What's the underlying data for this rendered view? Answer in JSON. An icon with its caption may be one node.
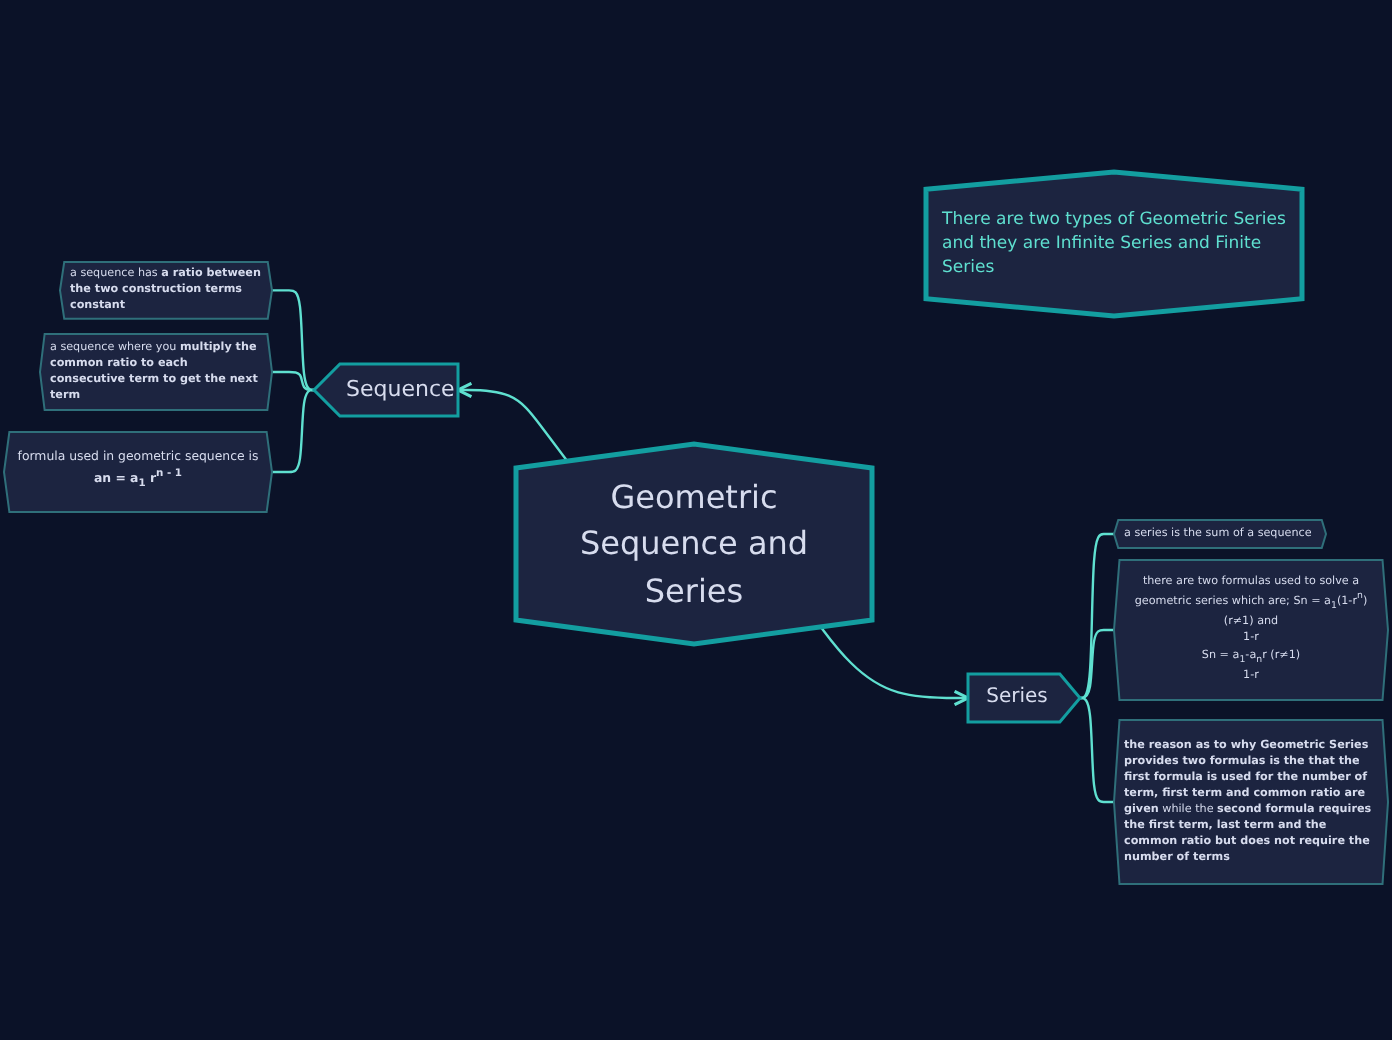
{
  "diagram": {
    "nodes": [
      {
        "text": [
          "Geometric Sequence and Series"
        ]
      },
      {
        "text": [
          "Sequence"
        ]
      },
      {
        "text": [
          "a sequence has **a ratio between the two construction terms constant**"
        ]
      },
      {
        "text": [
          "a sequence where you **multiply the common ratio to each consecutive term to get the next term**"
        ]
      },
      {
        "text": [
          "formula used in geometric sequence is",
          "**an = a$_{1}$ r$^{n - 1}$**"
        ]
      },
      {
        "text": [
          "Series"
        ]
      },
      {
        "text": [
          "a series is the sum of a sequence"
        ]
      },
      {
        "text": [
          "there are two formulas used to solve a geometric series which are; Sn = a$_{1}$(1-r$^{n}$) (r≠1) and",
          "1-r",
          "Sn = a$_{1}$-a$_{n}$r (r≠1)",
          "1-r"
        ]
      },
      {
        "text": [
          "**the reason as to why Geometric Series provides two formulas is the that the first formula is used for the number of term, first term and common ratio are given** while the **second formula requires the first term, last term and the common ratio but does not require the number of terms**"
        ]
      },
      {
        "text": [
          "There are two types of Geometric Series and they are Infinite Series and Finite Series"
        ]
      }
    ],
    "edges": [
      {
        "from": 0,
        "to": 1,
        "arrow": "to"
      },
      {
        "from": 1,
        "to": 2,
        "arrow": "none"
      },
      {
        "from": 1,
        "to": 3,
        "arrow": "none"
      },
      {
        "from": 1,
        "to": 4,
        "arrow": "none"
      },
      {
        "from": 0,
        "to": 5,
        "arrow": "to"
      },
      {
        "from": 5,
        "to": 6,
        "arrow": "none"
      },
      {
        "from": 5,
        "to": 7,
        "arrow": "none"
      },
      {
        "from": 5,
        "to": 8,
        "arrow": "none"
      }
    ]
  }
}
